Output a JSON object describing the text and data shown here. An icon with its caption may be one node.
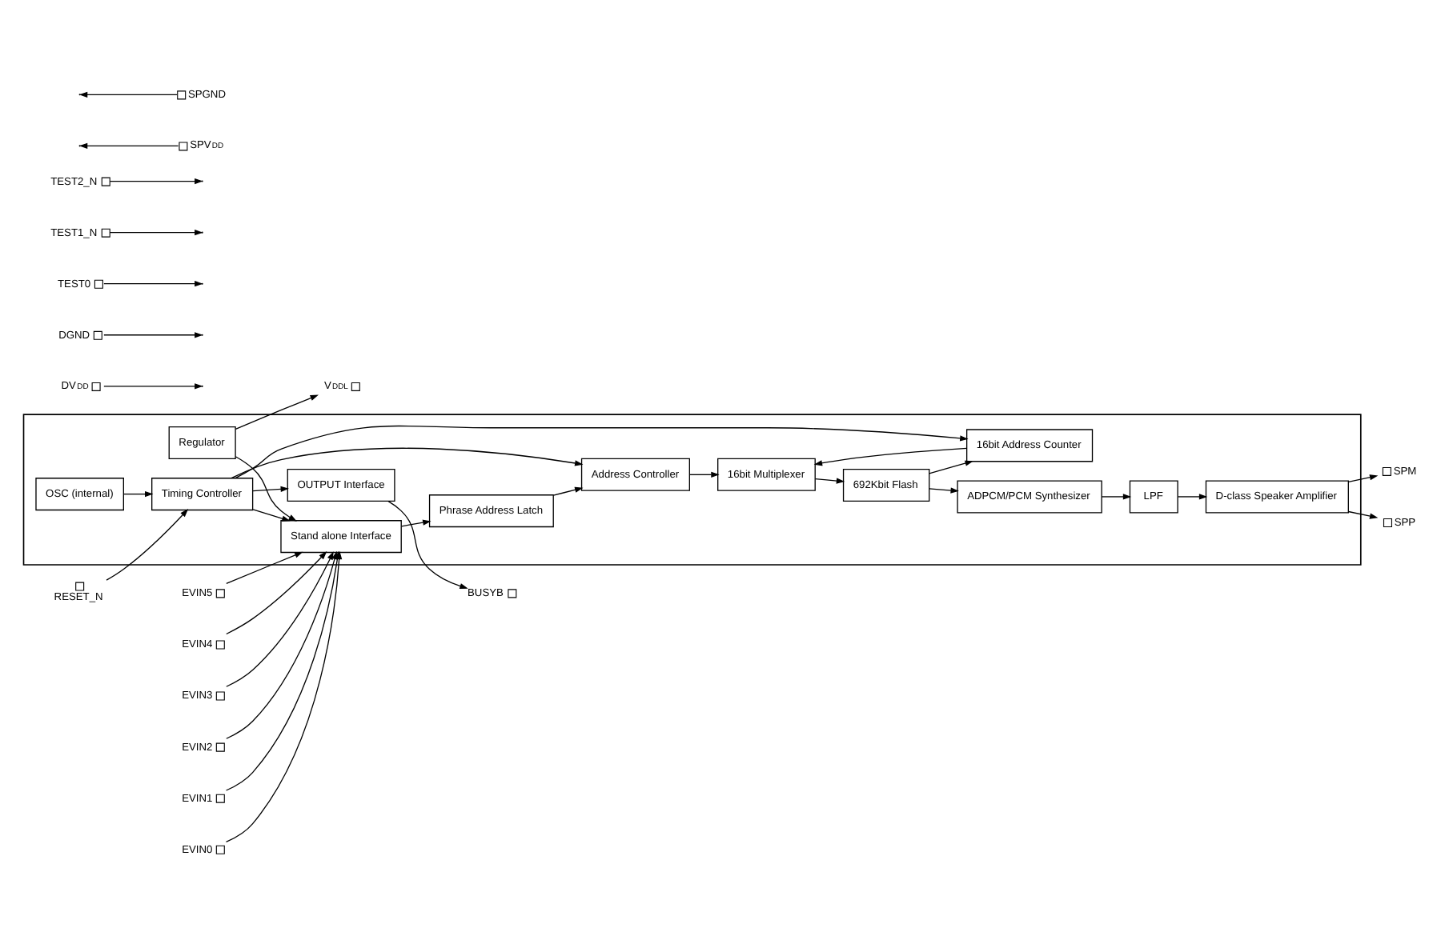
{
  "diagram": {
    "nodes": [
      {
        "text": [],
        "shape": "box"
      },
      {
        "text": [
          "DV$_{DD}$"
        ]
      },
      {
        "text": [
          "DGND"
        ]
      },
      {
        "text": [
          "V$_{DDL}$"
        ]
      },
      {
        "text": [
          "Regulator"
        ],
        "in": 0
      },
      {
        "text": [
          "Address Controller"
        ],
        "in": 0
      },
      {
        "text": [
          "16bit Multiplexer"
        ],
        "in": 0
      },
      {
        "text": [
          "692Kbit Flash"
        ],
        "in": 0
      },
      {
        "text": [
          "EVIN5"
        ]
      },
      {
        "text": [
          "EVIN4"
        ]
      },
      {
        "text": [
          "EVIN3"
        ]
      },
      {
        "text": [
          "EVIN2"
        ]
      },
      {
        "text": [
          "EVIN1"
        ]
      },
      {
        "text": [
          "EVIN0"
        ]
      },
      {
        "text": [
          "Stand alone Interface"
        ],
        "in": 0
      },
      {
        "text": [
          "Phrase Address Latch"
        ],
        "in": 0
      },
      {
        "text": [
          "16bit Address Counter"
        ],
        "in": 0
      },
      {
        "text": [
          "ADPCM/PCM Synthesizer"
        ],
        "in": 0
      },
      {
        "text": [
          "LPF"
        ],
        "in": 0
      },
      {
        "text": [
          "TEST0"
        ]
      },
      {
        "text": [
          "TEST1_N"
        ]
      },
      {
        "text": [
          "TEST2_N"
        ]
      },
      {
        "text": [
          "SPV$_{DD}$"
        ]
      },
      {
        "text": [
          "SPGND"
        ]
      },
      {
        "text": [
          "BUSYB"
        ]
      },
      {
        "text": [
          "OUTPUT Interface"
        ],
        "in": 0
      },
      {
        "text": [
          "Timing Controller"
        ],
        "in": 0
      },
      {
        "text": [
          "D-class Speaker Amplifier"
        ],
        "in": 0
      },
      {
        "text": [
          "SPM"
        ]
      },
      {
        "text": [
          "SPP"
        ]
      },
      {
        "text": [
          "OSC (internal)"
        ],
        "in": 0
      },
      {
        "text": [
          "RESET_N"
        ]
      }
    ],
    "edges": [
      {
        "from": 1,
        "to": null,
        "arrow": "to"
      },
      {
        "from": 2,
        "to": null,
        "arrow": "to"
      },
      {
        "from": 4,
        "to": 3,
        "arrow": "to"
      },
      {
        "from": 4,
        "to": 14,
        "arrow": "to"
      },
      {
        "from": 8,
        "to": 14,
        "arrow": "to"
      },
      {
        "from": 9,
        "to": 14,
        "arrow": "to"
      },
      {
        "from": 10,
        "to": 14,
        "arrow": "to"
      },
      {
        "from": 11,
        "to": 14,
        "arrow": "to"
      },
      {
        "from": 12,
        "to": 14,
        "arrow": "to"
      },
      {
        "from": 13,
        "to": 14,
        "arrow": "to"
      },
      {
        "from": 14,
        "to": 15,
        "arrow": "to"
      },
      {
        "from": 15,
        "to": 5,
        "arrow": "to"
      },
      {
        "from": 5,
        "to": 6,
        "arrow": "to"
      },
      {
        "from": 16,
        "to": 6,
        "arrow": "to"
      },
      {
        "from": 6,
        "to": 7,
        "arrow": "to"
      },
      {
        "from": 7,
        "to": 16,
        "arrow": "to"
      },
      {
        "from": 7,
        "to": 17,
        "arrow": "to"
      },
      {
        "from": 17,
        "to": 18,
        "arrow": "to"
      },
      {
        "from": 18,
        "to": 27,
        "arrow": "to"
      },
      {
        "from": 27,
        "to": 28,
        "arrow": "to"
      },
      {
        "from": 27,
        "to": 29,
        "arrow": "to"
      },
      {
        "from": 26,
        "to": 16,
        "arrow": "to"
      },
      {
        "from": 26,
        "to": 14,
        "arrow": "to"
      },
      {
        "from": 26,
        "to": 5,
        "arrow": "to"
      },
      {
        "from": 26,
        "to": 25,
        "arrow": "to"
      },
      {
        "from": 25,
        "to": 24,
        "arrow": "to"
      },
      {
        "from": 30,
        "to": 26,
        "arrow": "to"
      },
      {
        "from": 31,
        "to": 26,
        "arrow": "to"
      },
      {
        "from": 19,
        "to": null,
        "arrow": "to"
      },
      {
        "from": 20,
        "to": null,
        "arrow": "to"
      },
      {
        "from": 21,
        "to": null,
        "arrow": "to"
      },
      {
        "from": 22,
        "to": null,
        "arrow": "to"
      },
      {
        "from": 23,
        "to": null,
        "arrow": "to"
      }
    ]
  }
}
